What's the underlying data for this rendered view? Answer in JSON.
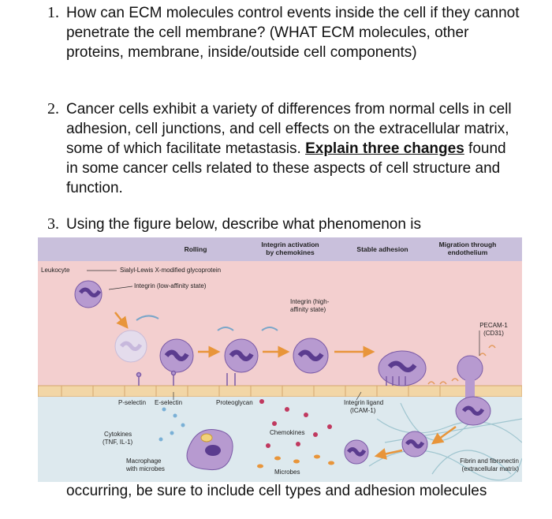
{
  "q1": {
    "number": "1.",
    "text": "How can ECM molecules control events inside the cell if they cannot penetrate the cell membrane? (WHAT ECM molecules, other proteins, membrane, inside/outside cell components)"
  },
  "q2": {
    "number": "2.",
    "text_before": "Cancer cells exhibit a variety of differences from normal cells in cell adhesion, cell junctions, and cell effects on the extracellular matrix, some of which facilitate metastasis.",
    "emphasis": "Explain three changes",
    "text_after": " found in some cancer cells related to these aspects of cell structure and function."
  },
  "q3": {
    "number": "3.",
    "text_start": "Using the figure below, describe what phenomenon is",
    "text_end": "occurring, be sure to include cell types and adhesion molecules"
  },
  "figure": {
    "headers": {
      "rolling": "Rolling",
      "activation_1": "Integrin activation",
      "activation_2": "by chemokines",
      "stable": "Stable adhesion",
      "migration_1": "Migration through",
      "migration_2": "endothelium"
    },
    "labels": {
      "leukocyte": "Leukocyte",
      "sialyl": "Sialyl-Lewis X-modified glycoprotein",
      "integrin_low": "Integrin (low-affinity state)",
      "integrin_high_1": "Integrin (high-",
      "integrin_high_2": "affinity state)",
      "pecam_1": "PECAM-1",
      "pecam_2": "(CD31)",
      "pselectin": "P-selectin",
      "eselectin": "E-selectin",
      "proteoglycan": "Proteoglycan",
      "ligand_1": "Integrin ligand",
      "ligand_2": "(ICAM-1)",
      "cytokines_1": "Cytokines",
      "cytokines_2": "(TNF, IL-1)",
      "chemokines": "Chemokines",
      "macrophage_1": "Macrophage",
      "macrophage_2": "with microbes",
      "microbes": "Microbes",
      "fibrin_1": "Fibrin and fibronectin",
      "fibrin_2": "(extracellular matrix)"
    },
    "colors": {
      "header_band": "#c9c0dc",
      "vessel": "#f3cfcf",
      "endothelium": "#f2d6a6",
      "tissue": "#dde9ee",
      "cell_body": "#b79ad0",
      "nucleus": "#5b3c8f",
      "arrow": "#e8953a"
    }
  }
}
